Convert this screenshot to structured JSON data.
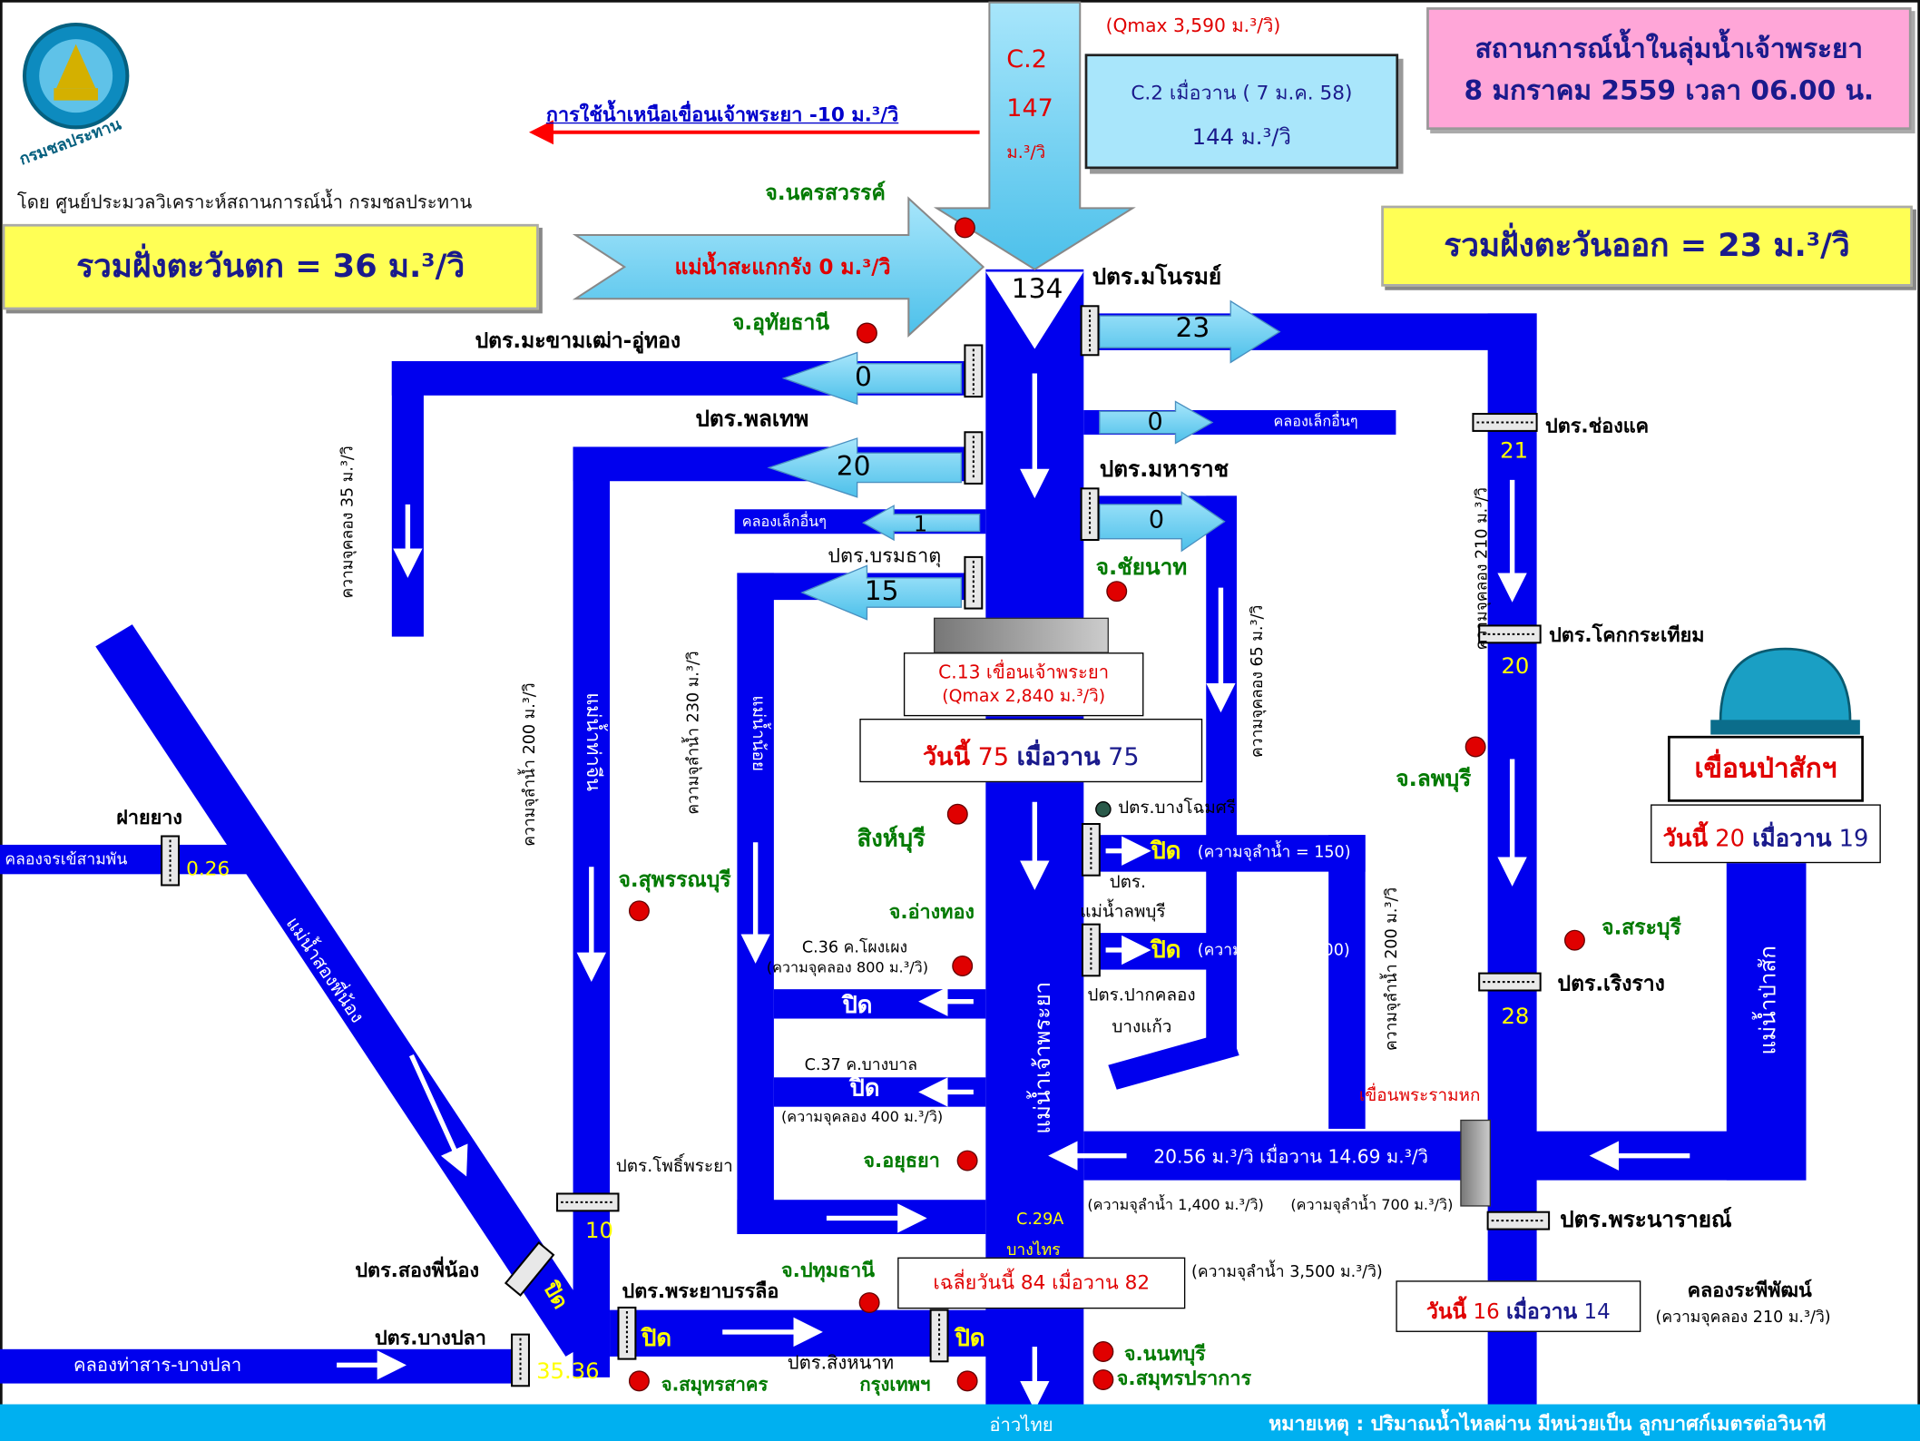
{
  "header": {
    "org_name": "กรมชลประทาน",
    "by_line": "โดย ศูนย์ประมวลวิเคราะห์สถานการณ์น้ำ กรมชลประทาน",
    "title_line1": "สถานการณ์น้ำในลุ่มน้ำเจ้าพระยา",
    "title_line2": "8 มกราคม 2559 เวลา 06.00 น."
  },
  "colors": {
    "river": "#0000ee",
    "arrow_light": "#7dd3f3",
    "title_box": "#ffa6d8",
    "total_box": "#ffff55",
    "banner": "#00b0f0",
    "upstream_arrow": "#ff0000",
    "label_green": "#007a00"
  },
  "summary": {
    "west_total": "รวมฝั่งตะวันตก = 36 ม.³/วิ",
    "east_total": "รวมฝั่งตะวันออก = 23 ม.³/วิ"
  },
  "c2": {
    "name": "C.2",
    "flow": "147",
    "unit": "ม.³/วิ",
    "qmax": "(Qmax  3,590 ม.³/วิ)",
    "yesterday_label": "C.2    เมื่อวาน ( 7 ม.ค. 58)",
    "yesterday_value": "144 ม.³/วิ"
  },
  "upstream_use": "การใช้น้ำเหนือเขื่อนเจ้าพระยา  -10  ม.³/วิ",
  "sakae_krang": "แม่น้ำสะแกกรัง 0 ม.³/วิ",
  "inflow_134": "134",
  "provinces": {
    "nakhon_sawan": "จ.นครสวรรค์",
    "uthai_thani": "จ.อุทัยธานี",
    "chai_nat": "จ.ชัยนาท",
    "sing_buri": "สิงห์บุรี",
    "suphan_buri": "จ.สุพรรณบุรี",
    "ang_thong": "จ.อ่างทอง",
    "lop_buri": "จ.ลพบุรี",
    "saraburi": "จ.สระบุรี",
    "ayutthaya": "จ.อยุธยา",
    "pathum_thani": "จ.ปทุมธานี",
    "nonthaburi": "จ.นนทบุรี",
    "samut_prakan": "จ.สมุทรปราการ",
    "samut_sakhon": "จ.สมุทรสาคร",
    "bangkok": "กรุงเทพฯ"
  },
  "gates": {
    "manorom": "ปตร.มโนรมย์",
    "makham_thao": "ปตร.มะขามเฒ่า-อู่ทอง",
    "phonlathep": "ปตร.พลเทพ",
    "maharaj": "ปตร.มหาราช",
    "boromathat": "ปตร.บรมธาตุ",
    "chong_khae": "ปตร.ช่องแค",
    "khok_kra_thiam": "ปตร.โคกกระเทียม",
    "bang_khon_si": "ปตร.บางโฉมศรี",
    "mae_nam_lop_buri_1": "ปตร.",
    "mae_nam_lop_buri_2": "แม่น้ำลพบุรี",
    "pak_khlong_1": "ปตร.ปากคลอง",
    "pak_khlong_2": "บางแก้ว",
    "roeng_rang": "ปตร.เริงราง",
    "phra_narai": "ปตร.พระนารายณ์",
    "pho_phraya": "ปตร.โพธิ์พระยา",
    "song_phi_nong": "ปตร.สองพี่น้อง",
    "phraya_banlue": "ปตร.พระยาบรรลือ",
    "bang_pla": "ปตร.บางปลา",
    "sing_hanat": "ปตร.สิงหนาท",
    "rubber_weir": "ฝายยาง"
  },
  "flows": {
    "manorom": "23",
    "makham_thao": "0",
    "small_east_1": "0",
    "phonlathep": "20",
    "small_west": "1",
    "maharaj": "0",
    "boromathat": "15",
    "chong_khae": "21",
    "khok_kra_thiam": "20",
    "roeng_rang": "28",
    "pho_phraya": "10",
    "bang_pla": "35.36",
    "rubber_weir": "0.26"
  },
  "small_canals": {
    "east": "คลองเล็กอื่นๆ",
    "west": "คลองเล็กอื่นๆ"
  },
  "capacities": {
    "makham_thao": "ความจุคลอง  35 ม.³/วิ",
    "tha_chin": "ความจุลำน้ำ  200 ม.³/วิ",
    "noi": "ความจุลำน้ำ  230 ม.³/วิ",
    "chai_nat_pa_sak": "ความจุคลอง 65 ม.³/วิ",
    "chai_nat_pa_sak_east": "ความจุคลอง 210 ม.³/วิ",
    "lop_buri_river": "ความจุลำน้ำ  200 ม.³/วิ"
  },
  "rivers": {
    "tha_chin": "แม่น้ำท่าจีน",
    "noi": "แม่น้ำน้อย",
    "chao_phraya": "แม่น้ำเจ้าพระยา",
    "pa_sak": "แม่น้ำป่าสัก",
    "song_phi_nong": "แม่น้ำสองพี่น้อง"
  },
  "chao_phraya_dam": {
    "name": "C.13 เขื่อนเจ้าพระยา",
    "qmax": "(Qmax  2,840 ม.³/วิ)",
    "today_label": "วันนี้",
    "today": "75",
    "yesterday_label": "เมื่อวาน",
    "yesterday": "75"
  },
  "pa_sak_dam": {
    "name": "เขื่อนป่าสักฯ",
    "today_label": "วันนี้",
    "today": "20",
    "yesterday_label": "เมื่อวาน",
    "yesterday": "19"
  },
  "closed": "ปิด",
  "closed_notes": {
    "lop_buri": "(ความจุลำน้ำ = 150)",
    "pak_khlong": "(ความจุคลอง = 100)"
  },
  "c36": {
    "name": "C.36 ค.โผงเผง",
    "cap": "(ความจุคลอง 800 ม.³/วิ)"
  },
  "c37": {
    "name": "C.37 ค.บางบาล",
    "cap": "(ความจุคลอง 400 ม.³/วิ)"
  },
  "rama6": {
    "name": "เขื่อนพระรามหก",
    "flow": "20.56 ม.³/วิ เมื่อวาน 14.69 ม.³/วิ",
    "cap_left": "(ความจุลำน้ำ 1,400 ม.³/วิ)",
    "cap_right": "(ความจุลำน้ำ 700 ม.³/วิ)"
  },
  "c29a": {
    "name1": "C.29A",
    "name2": "บางไทร",
    "avg": "เฉลี่ยวันนี้ 84 เมื่อวาน 82",
    "cap": "(ความจุลำน้ำ 3,500 ม.³/วิ)"
  },
  "raphiphat": {
    "today_label": "วันนี้",
    "today": "16",
    "yesterday_label": "เมื่อวาน",
    "yesterday": "14",
    "name": "คลองระพีพัฒน์",
    "cap": "(ความจุคลอง  210 ม.³/วิ)"
  },
  "canals": {
    "chorakhe": "คลองจรเข้สามพัน",
    "tha_san": "คลองท่าสาร-บางปลา"
  },
  "footer": {
    "gulf": "อ่าวไทย",
    "note": "หมายเหตุ : ปริมาณน้ำไหลผ่าน มีหน่วยเป็น ลูกบาศก์เมตรต่อวินาที"
  }
}
